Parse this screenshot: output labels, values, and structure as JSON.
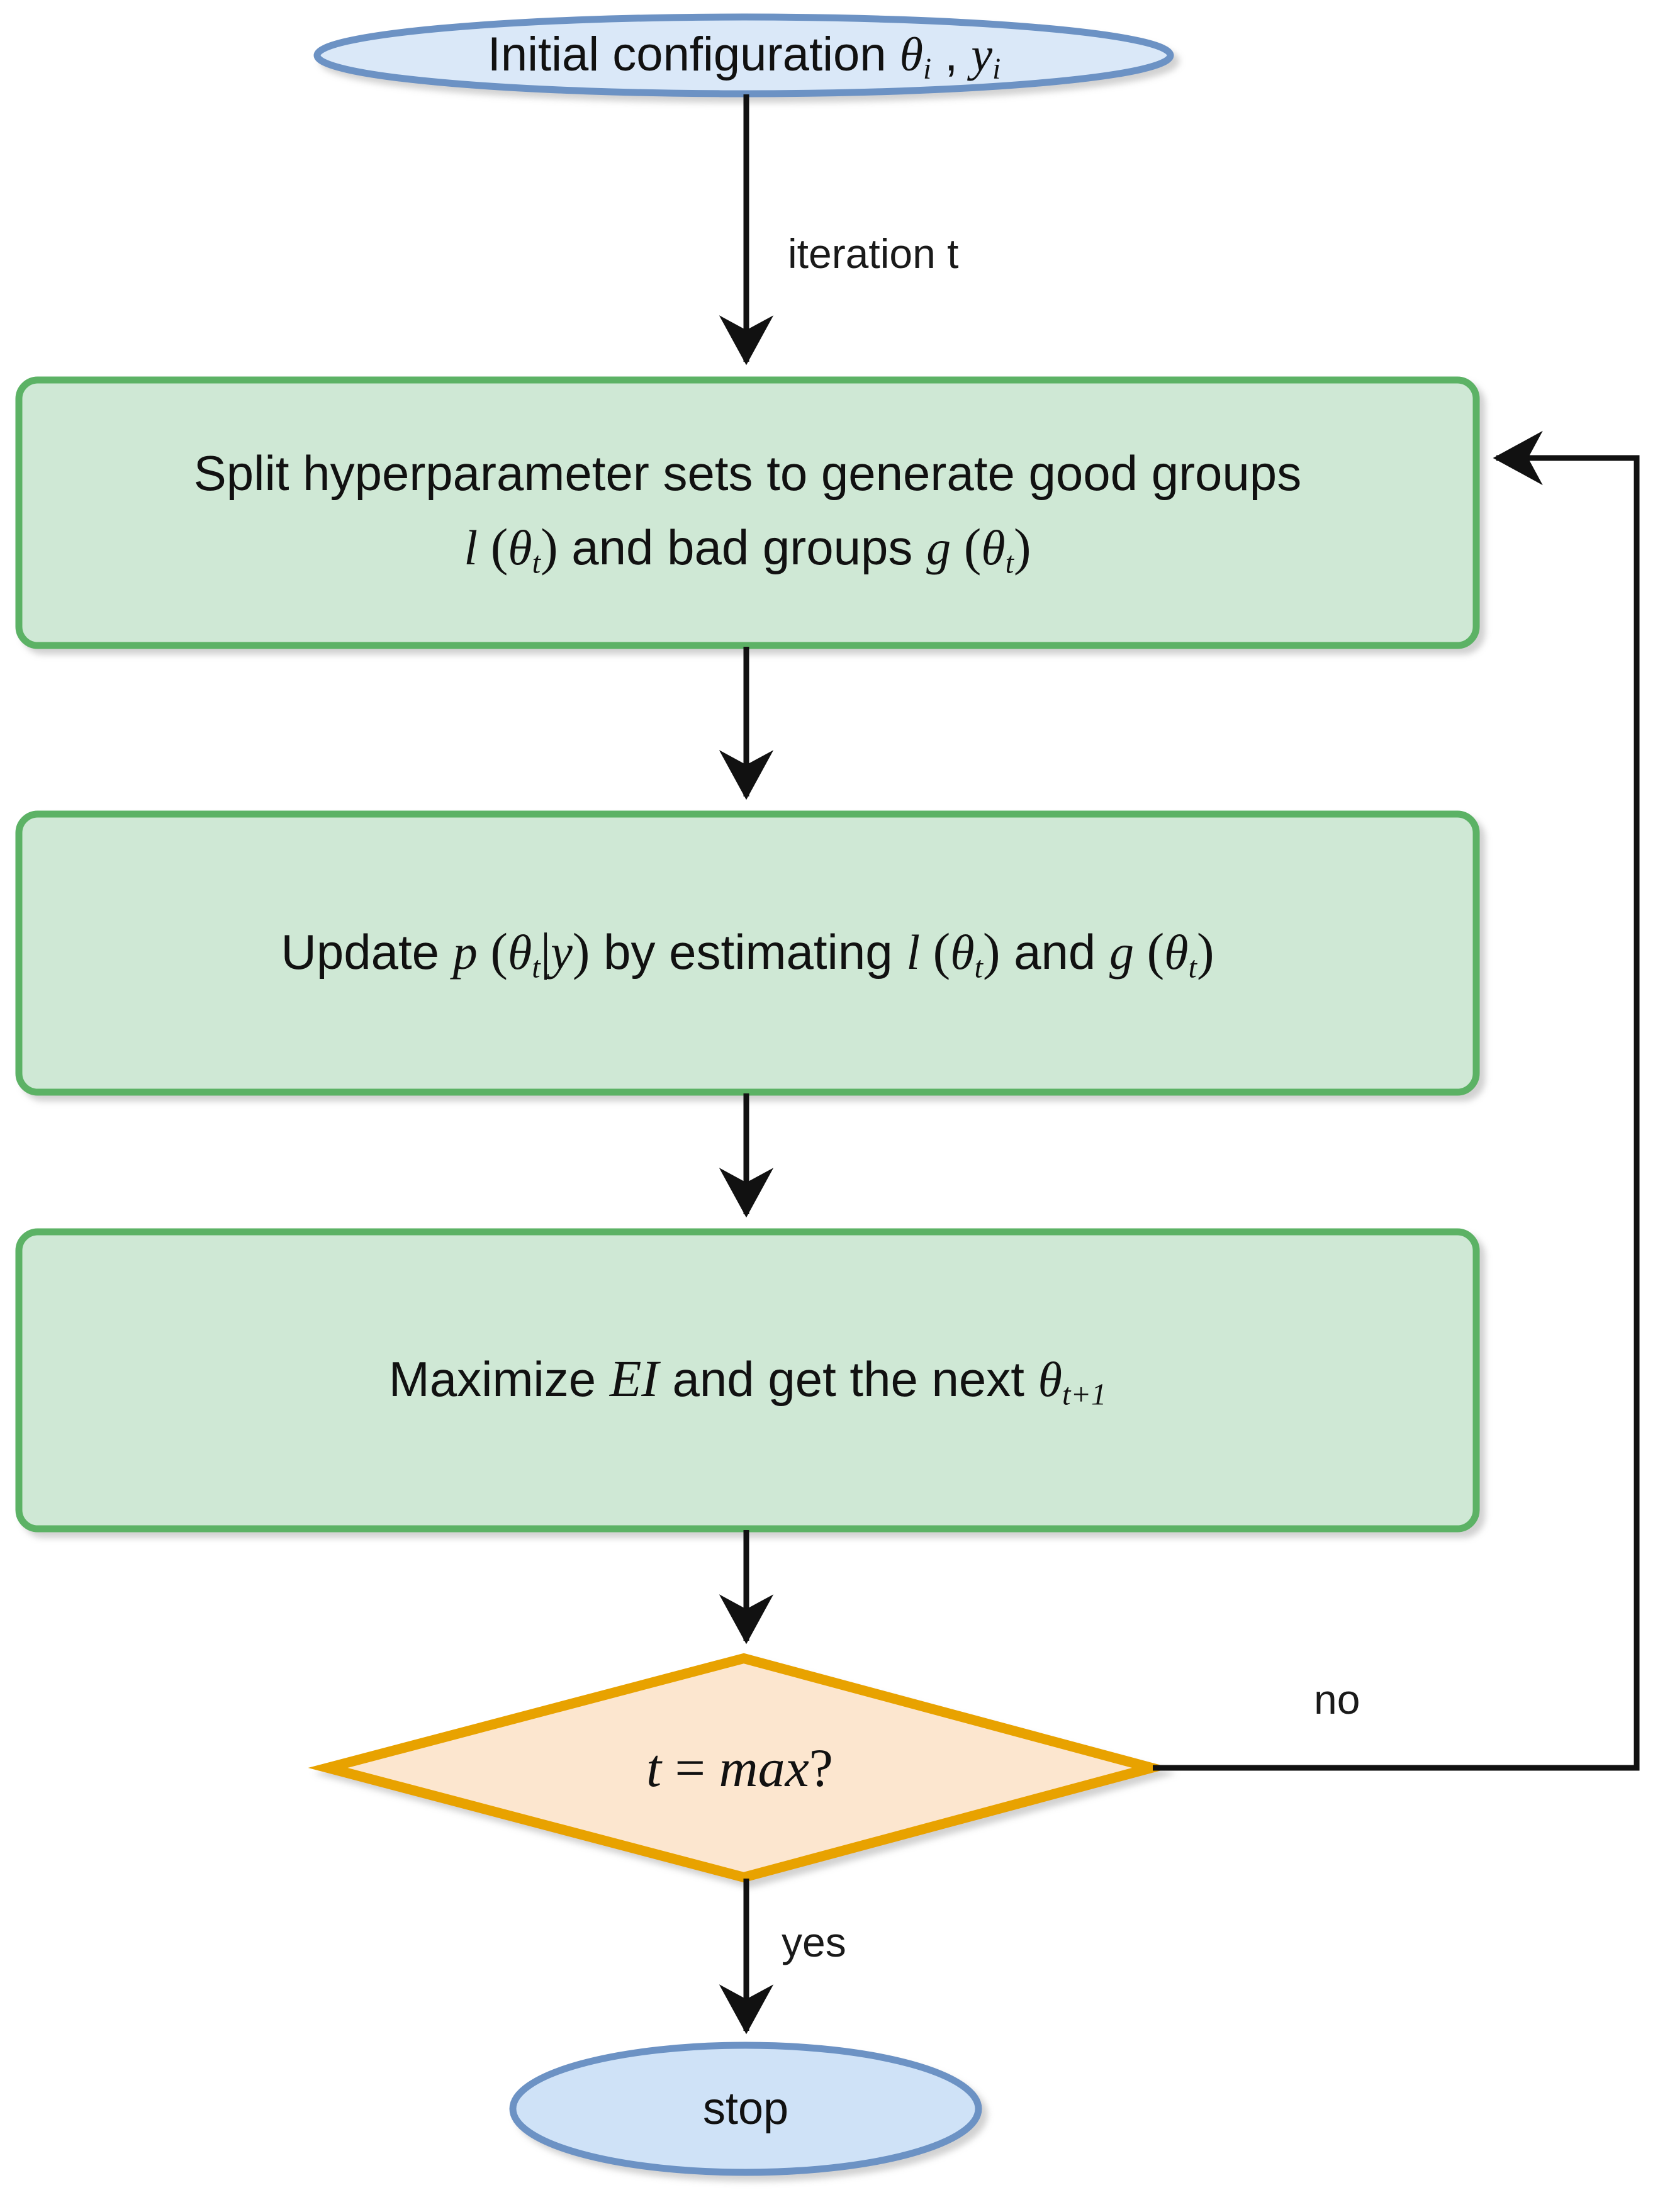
{
  "diagram": {
    "type": "flowchart",
    "title": "Tree-structured Parzen Estimator hyperparameter optimization loop",
    "background_color": "#ffffff",
    "palette": {
      "terminal_fill": "#dae8f8",
      "terminal_stroke": "#6c92c4",
      "process_fill": "#cfe8d5",
      "process_stroke": "#5cb265",
      "decision_fill": "#fce6cf",
      "decision_stroke": "#e8a200",
      "edge_color": "#111111",
      "text_color": "#111111"
    }
  },
  "nodes": {
    "start": {
      "shape": "ellipse",
      "role": "terminal",
      "text_plain": "Initial configuration θi , yi",
      "text_parts": {
        "prefix": "Initial configuration ",
        "sym1": "θ",
        "sub1": "i",
        "comma": " , ",
        "sym2": "y",
        "sub2": "i"
      }
    },
    "split": {
      "shape": "rounded-rect",
      "role": "process",
      "text_plain": "Split hyperparameter sets to generate good groups l (θt) and bad groups g (θt)",
      "line1": "Split hyperparameter sets to generate good groups",
      "line2_parts": {
        "f1": "l",
        "open1": " (",
        "sym1": "θ",
        "sub1": "t",
        "close1": ")",
        "mid": " and bad groups ",
        "f2": "g",
        "open2": " (",
        "sym2": "θ",
        "sub2": "t",
        "close2": ")"
      }
    },
    "update": {
      "shape": "rounded-rect",
      "role": "process",
      "text_plain": "Update p (θt|y) by estimating l (θt) and g (θt)",
      "parts": {
        "w1": "Update ",
        "p": "p",
        "open1": " (",
        "sym1": "θ",
        "sub1": "t",
        "bar": "|",
        "y": "y",
        "close1": ")",
        "w2": " by estimating ",
        "l": "l",
        "open2": " (",
        "sym2": "θ",
        "sub2": "t",
        "close2": ")",
        "w3": " and ",
        "g": "g",
        "open3": " (",
        "sym3": "θ",
        "sub3": "t",
        "close3": ")"
      }
    },
    "maximize": {
      "shape": "rounded-rect",
      "role": "process",
      "text_plain": "Maximize EI and get the next θt+1",
      "parts": {
        "w1": "Maximize ",
        "ei": "EI",
        "w2": " and get the next ",
        "sym": "θ",
        "sub": "t+1"
      }
    },
    "decision": {
      "shape": "diamond",
      "role": "decision",
      "text_plain": "t = max?",
      "parts": {
        "t": "t",
        "eq": " = ",
        "max": "max",
        "q": "?"
      }
    },
    "stop": {
      "shape": "ellipse",
      "role": "terminal",
      "text_plain": "stop"
    }
  },
  "edges": [
    {
      "id": "start-to-split",
      "from": "start",
      "to": "split",
      "label": "iteration t",
      "direction": "down"
    },
    {
      "id": "split-to-update",
      "from": "split",
      "to": "update",
      "label": "",
      "direction": "down"
    },
    {
      "id": "update-to-maximize",
      "from": "update",
      "to": "maximize",
      "label": "",
      "direction": "down"
    },
    {
      "id": "maximize-to-decision",
      "from": "maximize",
      "to": "decision",
      "label": "",
      "direction": "down"
    },
    {
      "id": "decision-to-stop",
      "from": "decision",
      "to": "stop",
      "label": "yes",
      "direction": "down"
    },
    {
      "id": "decision-to-split",
      "from": "decision",
      "to": "split",
      "label": "no",
      "direction": "loop-right-up"
    }
  ],
  "edge_labels": {
    "iteration": "iteration t",
    "no": "no",
    "yes": "yes"
  }
}
